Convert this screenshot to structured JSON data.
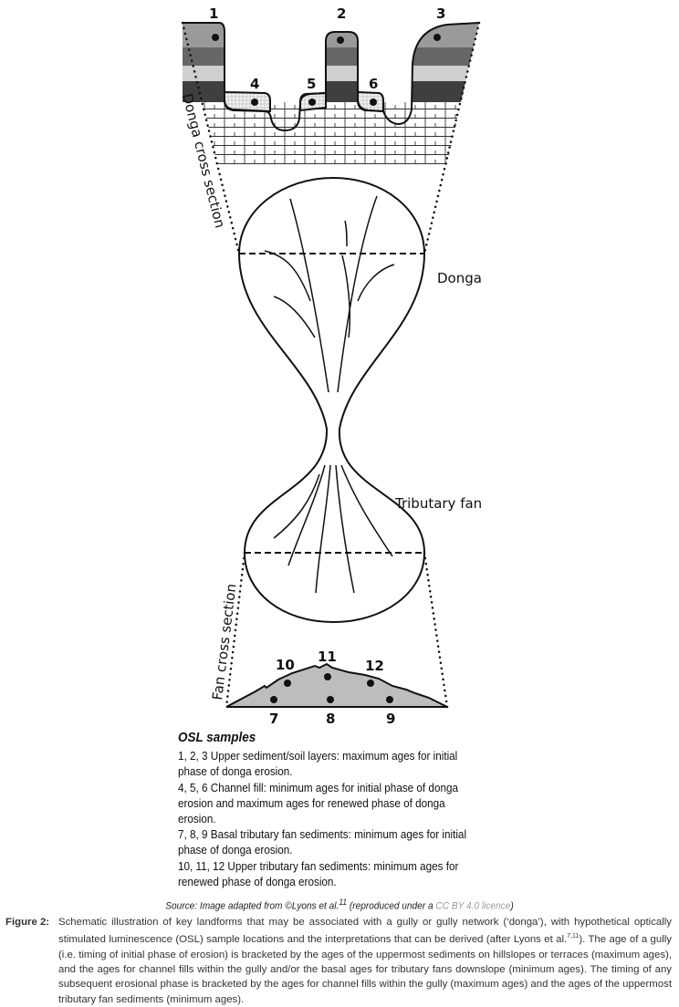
{
  "diagram": {
    "sample_numbers_top": [
      "1",
      "2",
      "3",
      "4",
      "5",
      "6"
    ],
    "sample_numbers_fan": [
      "10",
      "11",
      "12",
      "7",
      "8",
      "9"
    ],
    "donga_cross_section_label": "Donga cross section",
    "donga_label": "Donga",
    "tributary_fan_label": "Tributary fan",
    "fan_cross_section_label": "Fan cross section",
    "colors": {
      "band1": "#9a9a9a",
      "band2": "#676767",
      "band3": "#cfcfcf",
      "band4": "#3f3f3f",
      "fan": "#bdbdbd"
    }
  },
  "osl": {
    "heading": "OSL samples",
    "items": [
      "1, 2, 3 Upper sediment/soil layers: maximum ages for initial phase of donga erosion.",
      "4, 5, 6 Channel fill: minimum ages for initial phase of donga erosion and maximum ages for renewed phase of donga erosion.",
      "7, 8, 9 Basal tributary fan sediments: minimum ages for initial phase of donga erosion.",
      "10, 11, 12 Upper tributary fan sediments: minimum ages for renewed phase of donga erosion."
    ]
  },
  "source": {
    "prefix": "Source: Image adapted from ©Lyons et al.",
    "ref": "11",
    "middle": " (reproduced under a ",
    "licence": "CC BY 4.0 licence",
    "suffix": ")"
  },
  "caption": {
    "label": "Figure 2:",
    "text_a": "Schematic illustration of key landforms that may be associated with a gully or gully network (‘donga’), with hypothetical optically stimulated luminescence (OSL) sample locations and the interpretations that can be derived (after Lyons et al.",
    "refs": "7,11",
    "text_b": "). The age of a gully (i.e. timing of initial phase of erosion) is bracketed by the ages of the uppermost sediments on hillslopes or terraces (maximum ages), and the ages for channel fills within the gully and/or the basal ages for tributary fans downslope (minimum ages). The timing of any subsequent erosional phase is bracketed by the ages for channel fills within the gully (maximum ages) and the ages of the uppermost tributary fan sediments (minimum ages)."
  }
}
